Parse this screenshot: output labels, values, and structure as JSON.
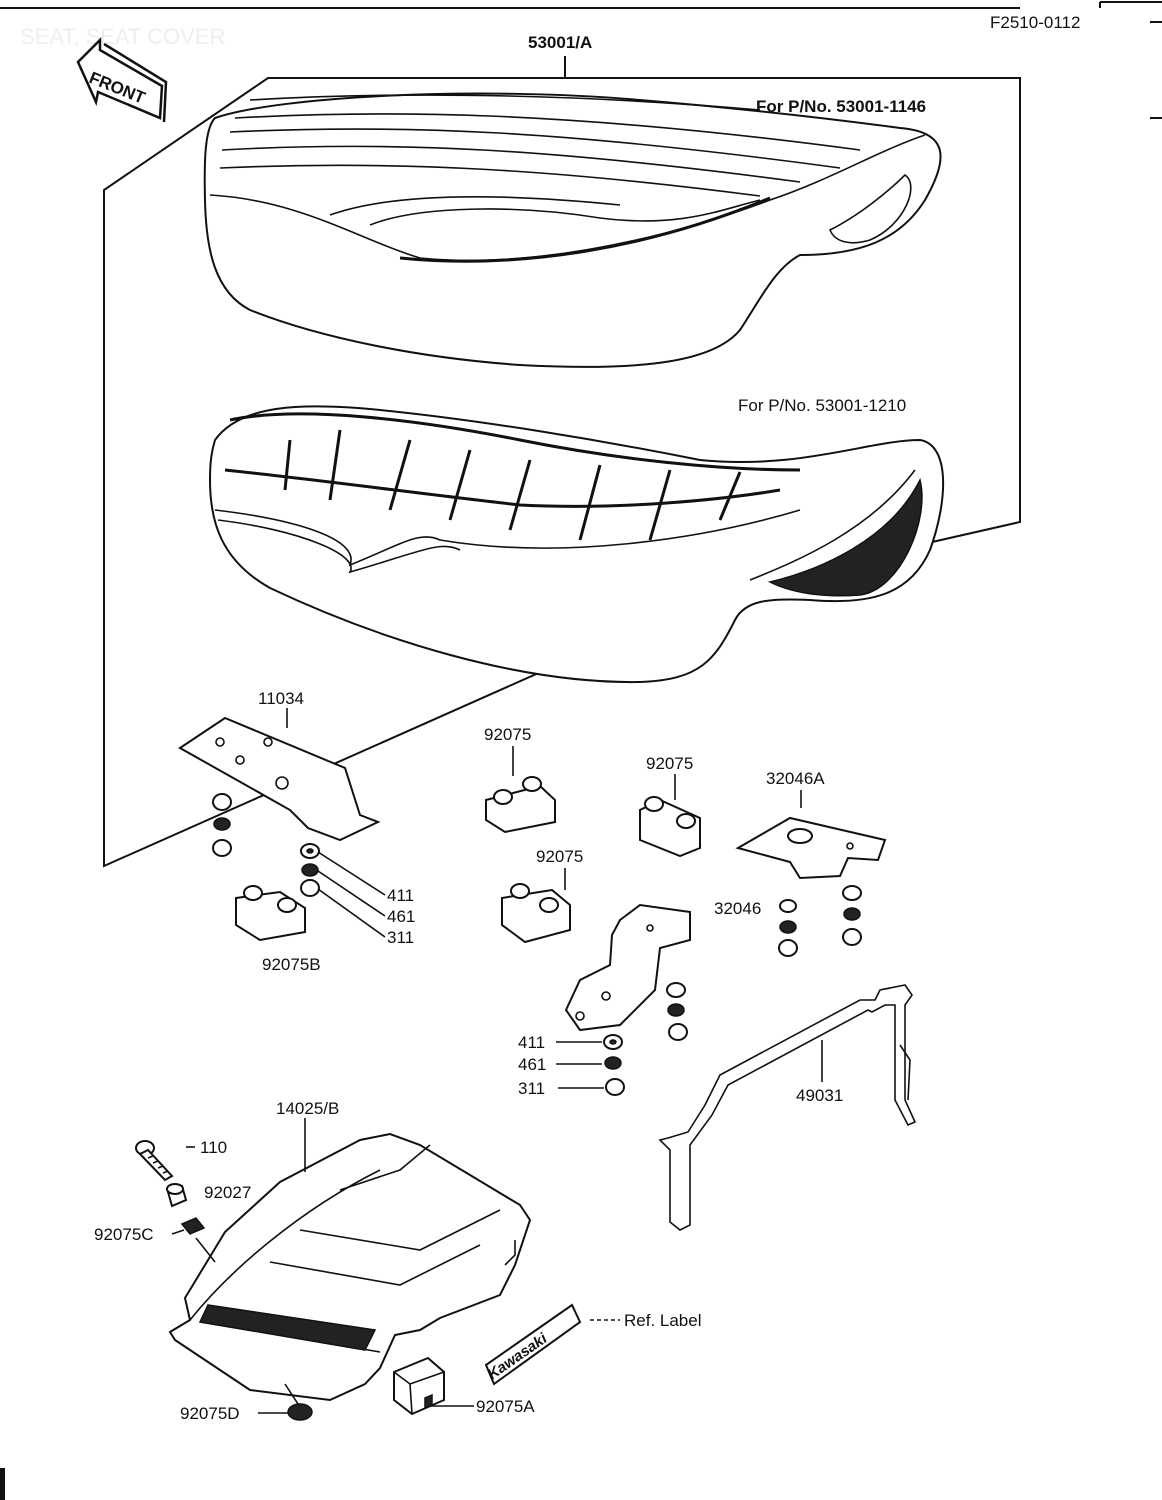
{
  "page": {
    "faint_header": "SEAT, SEAT COVER",
    "code": "F2510-0112"
  },
  "front_arrow": {
    "label": "FRONT",
    "icon": "front-direction-arrow-icon"
  },
  "callouts": {
    "seat_assy": "53001/A",
    "variant_1": "For P/No. 53001-1146",
    "variant_2": "For P/No. 53001-1210",
    "bracket": "11034",
    "damper_a": "92075",
    "damper_b": "92075",
    "damper_c": "92075",
    "stay": "32046A",
    "washer_411_left": "411",
    "washer_461_left": "461",
    "nut_311_left": "311",
    "damper_92075b": "92075B",
    "bolt_32046": "32046",
    "washer_411_mid": "411",
    "washer_461_mid": "461",
    "nut_311_mid": "311",
    "rod": "49031",
    "tail_cover": "14025/B",
    "bolt_110": "110",
    "collar": "92027",
    "damper_92075c": "92075C",
    "damper_92075d": "92075D",
    "damper_92075a": "92075A",
    "ref_label": "Ref.  Label",
    "emblem_text": "Kawasaki"
  }
}
